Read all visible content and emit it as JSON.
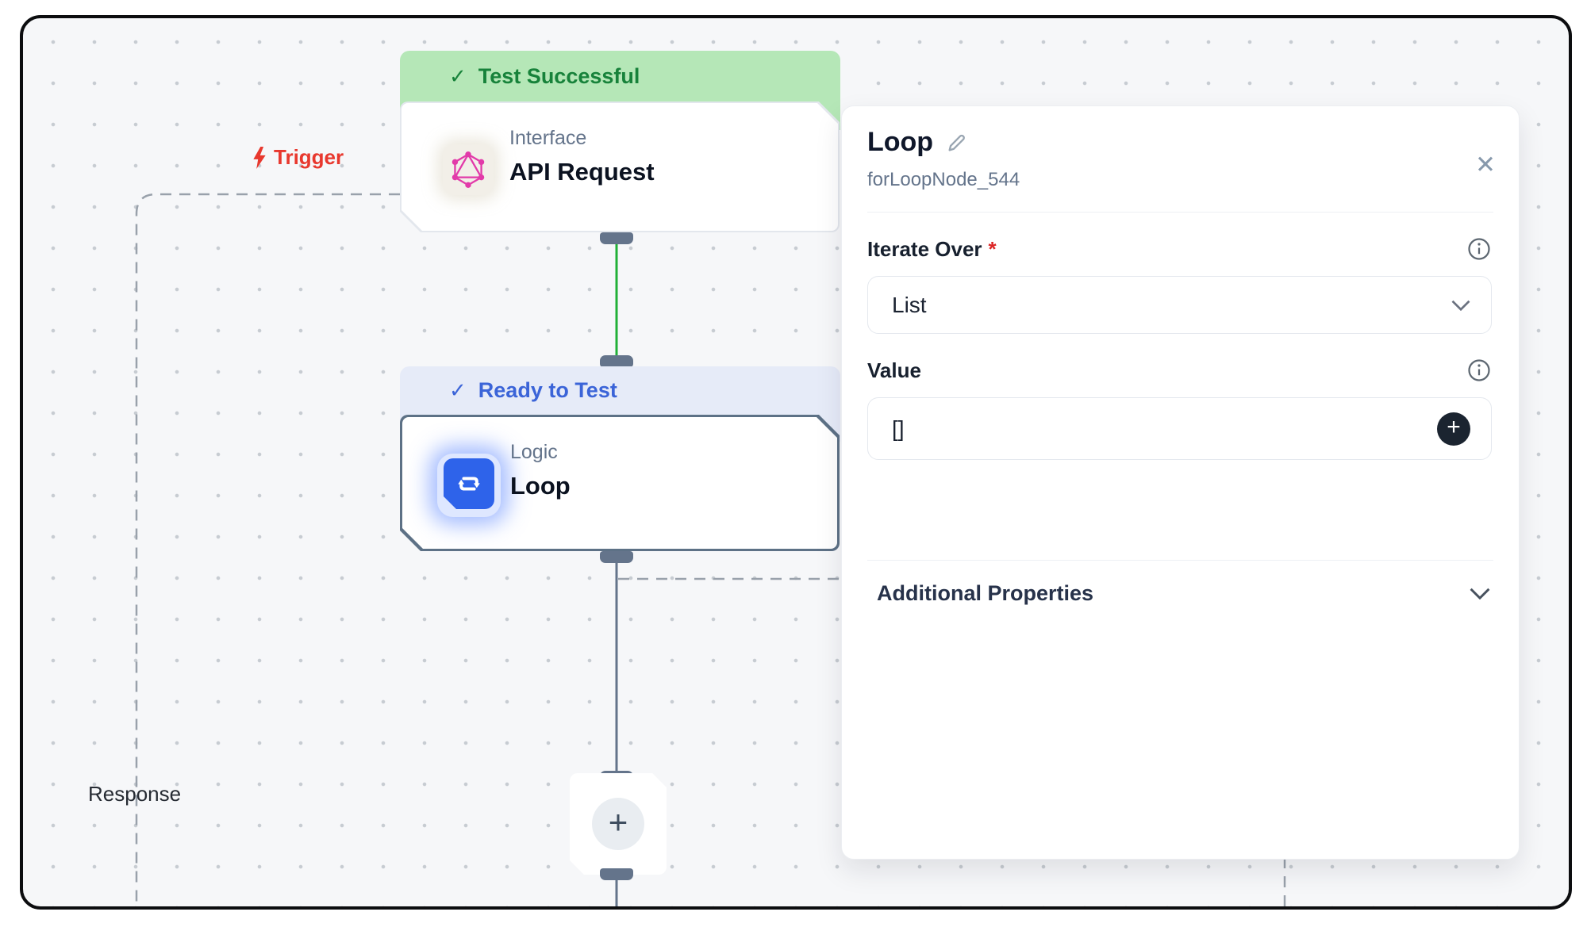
{
  "canvas": {
    "trigger_label": "Trigger",
    "response_label": "Response",
    "api_node": {
      "status": "Test Successful",
      "category": "Interface",
      "title": "API Request"
    },
    "loop_node": {
      "status": "Ready to Test",
      "category": "Logic",
      "title": "Loop"
    }
  },
  "panel": {
    "title": "Loop",
    "node_id": "forLoopNode_544",
    "iterate_over": {
      "label": "Iterate Over",
      "required_marker": "*",
      "value": "List"
    },
    "value_field": {
      "label": "Value",
      "value": "[]"
    },
    "additional_properties": {
      "label": "Additional Properties"
    }
  },
  "glyphs": {
    "check": "✓",
    "plus": "+",
    "close": "✕"
  },
  "colors": {
    "success_green": "#17823a",
    "success_bg": "#b5e7b7",
    "ready_blue": "#3b64d8",
    "ready_bg": "#e6ebf8",
    "trigger_red": "#e8382e",
    "loop_icon_blue": "#2e63ea",
    "graphql_pink": "#e23aa9",
    "connector_green": "#21b038",
    "connector_slate": "#64748b",
    "panel_bg": "#ffffff",
    "canvas_bg": "#f6f7f9"
  }
}
